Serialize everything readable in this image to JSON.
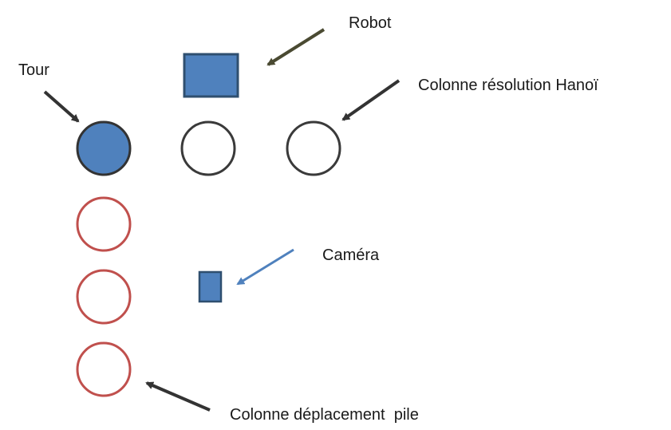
{
  "labels": {
    "robot": "Robot",
    "tour": "Tour",
    "hanoi_column": "Colonne résolution Hanoï",
    "camera": "Caméra",
    "stack_column": "Colonne déplacement  pile"
  },
  "colors": {
    "blue_fill": "#4f81bd",
    "blue_stroke": "#2f4f6f",
    "dark_stroke": "#3a3a3a",
    "red_stroke": "#c0504d",
    "robot_arrow": "#4a4a32",
    "camera_arrow": "#4f81bd",
    "pointer_arrow": "#333333"
  },
  "icons": {
    "robot": "robot-rectangle-icon",
    "camera": "camera-rectangle-icon",
    "tower": "tower-circle-icon"
  }
}
